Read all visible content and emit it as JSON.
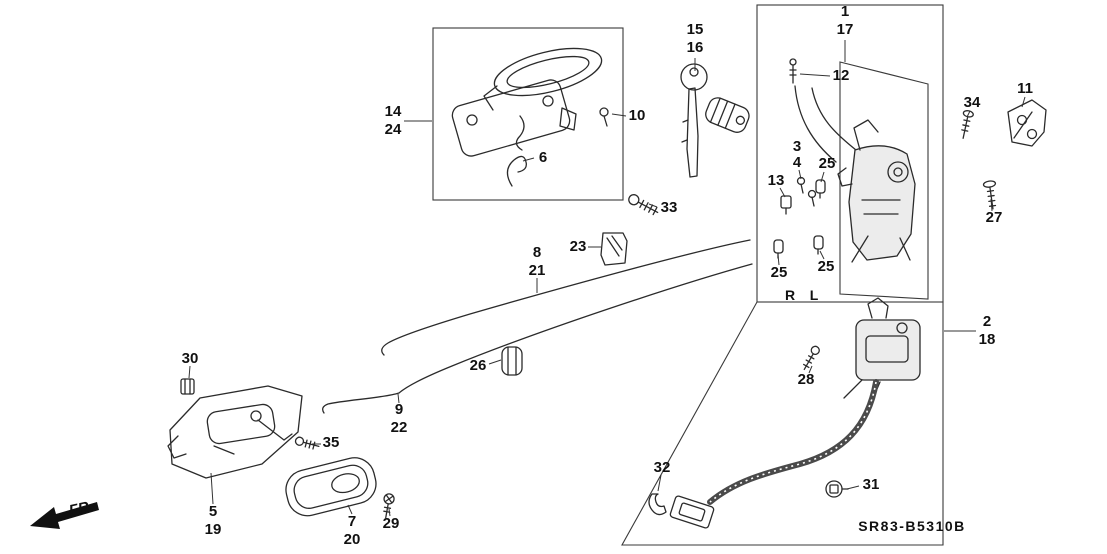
{
  "figure": {
    "code": "SR83-B5310B",
    "orientation_marker": "FR.",
    "side_markers": {
      "right": "R",
      "left": "L"
    }
  },
  "callouts": [
    "1",
    "17",
    "15",
    "16",
    "12",
    "14",
    "24",
    "10",
    "34",
    "11",
    "6",
    "3",
    "4",
    "25",
    "13",
    "27",
    "33",
    "8",
    "21",
    "23",
    "25",
    "25",
    "2",
    "18",
    "26",
    "30",
    "28",
    "9",
    "22",
    "35",
    "32",
    "31",
    "5",
    "19",
    "7",
    "20",
    "29"
  ]
}
